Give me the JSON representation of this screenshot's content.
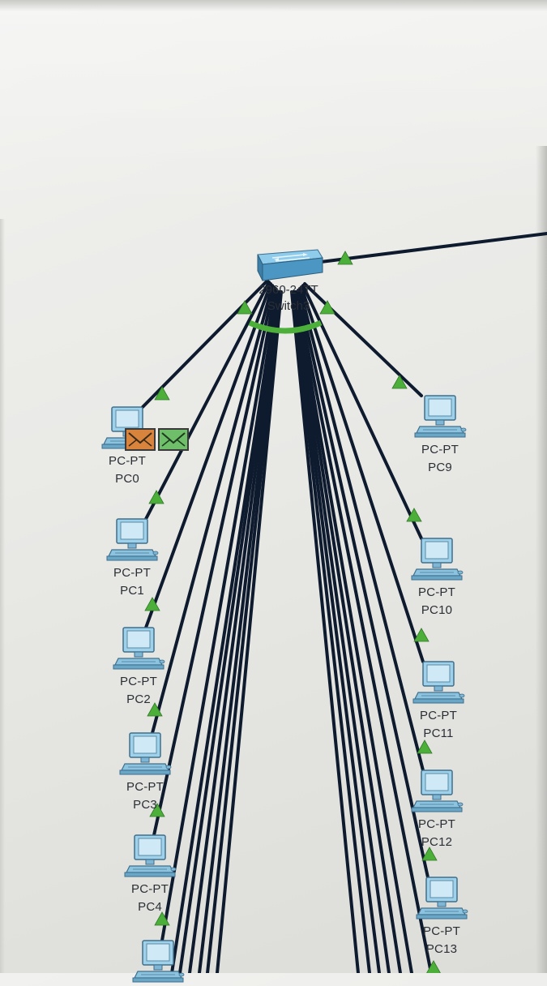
{
  "switch": {
    "model": "2960-24TT",
    "name": "Switch3"
  },
  "pcs": [
    {
      "type": "PC-PT",
      "name": "PC0"
    },
    {
      "type": "PC-PT",
      "name": "PC1"
    },
    {
      "type": "PC-PT",
      "name": "PC2"
    },
    {
      "type": "PC-PT",
      "name": "PC3"
    },
    {
      "type": "PC-PT",
      "name": "PC4"
    },
    {
      "type": "PC-PT",
      "name": "PC9"
    },
    {
      "type": "PC-PT",
      "name": "PC10"
    },
    {
      "type": "PC-PT",
      "name": "PC11"
    },
    {
      "type": "PC-PT",
      "name": "PC12"
    },
    {
      "type": "PC-PT",
      "name": "PC13"
    }
  ],
  "pdus": [
    {
      "color": "#d9843c"
    },
    {
      "color": "#6fbf6a"
    }
  ],
  "colors": {
    "cable": "#0e1a2e",
    "link_up": "#4caf3a",
    "switch_body": "#5aa6cf"
  }
}
